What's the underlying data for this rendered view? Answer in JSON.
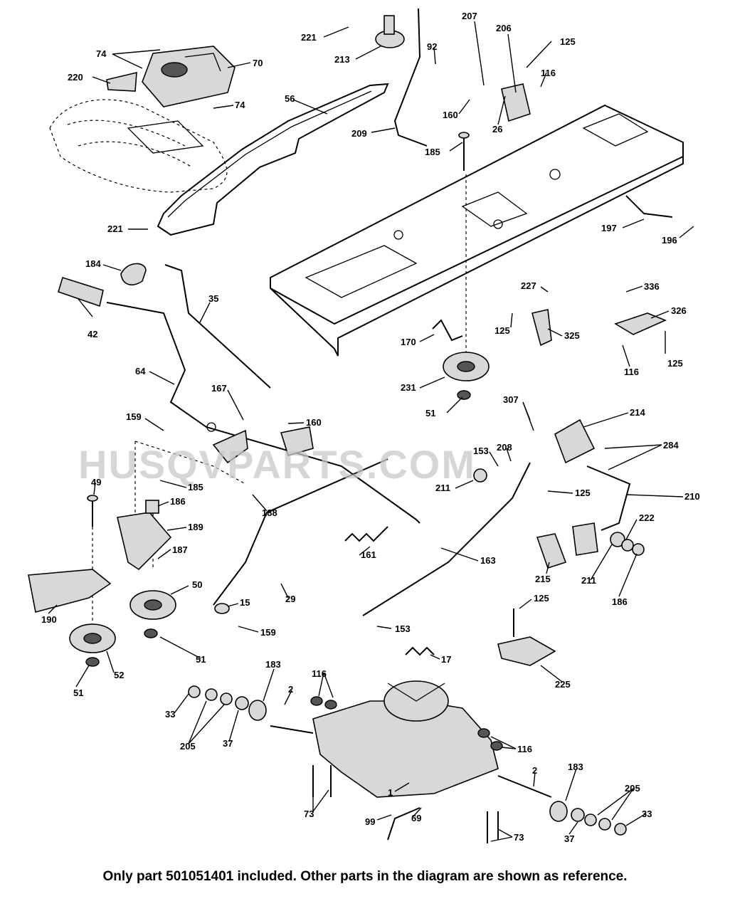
{
  "watermark": "HUSQVPARTS.COM",
  "footer_note": "Only part 501051401 included. Other parts in the diagram are shown as reference.",
  "callouts": {
    "c221a": "221",
    "c213": "213",
    "c207": "207",
    "c206": "206",
    "c125a": "125",
    "c74a": "74",
    "c70": "70",
    "c220": "220",
    "c74b": "74",
    "c56": "56",
    "c92": "92",
    "c116a": "116",
    "c160a": "160",
    "c26": "26",
    "c209": "209",
    "c185a": "185",
    "c221b": "221",
    "c197": "197",
    "c196": "196",
    "c184": "184",
    "c35": "35",
    "c42": "42",
    "c227": "227",
    "c336": "336",
    "c326": "326",
    "c125b": "125",
    "c325": "325",
    "c170": "170",
    "c116b": "116",
    "c125c": "125",
    "c231": "231",
    "c64": "64",
    "c167": "167",
    "c51a": "51",
    "c307": "307",
    "c214": "214",
    "c159a": "159",
    "c160b": "160",
    "c284": "284",
    "c153a": "153",
    "c208": "208",
    "c49": "49",
    "c185b": "185",
    "c211a": "211",
    "c125d": "125",
    "c210": "210",
    "c186a": "186",
    "c188": "188",
    "c189": "189",
    "c222": "222",
    "c161": "161",
    "c187": "187",
    "c163": "163",
    "c215": "215",
    "c211b": "211",
    "c50": "50",
    "c29": "29",
    "c186b": "186",
    "c15": "15",
    "c190": "190",
    "c159b": "159",
    "c125e": "125",
    "c153b": "153",
    "c51b": "51",
    "c52": "52",
    "c51c": "51",
    "c17": "17",
    "c225": "225",
    "c183a": "183",
    "c116c": "116",
    "c33a": "33",
    "c2a": "2",
    "c205a": "205",
    "c37a": "37",
    "c116d": "116",
    "c2b": "2",
    "c183b": "183",
    "c1": "1",
    "c205b": "205",
    "c73a": "73",
    "c99": "99",
    "c69": "69",
    "c33b": "33",
    "c37b": "37",
    "c73b": "73"
  }
}
